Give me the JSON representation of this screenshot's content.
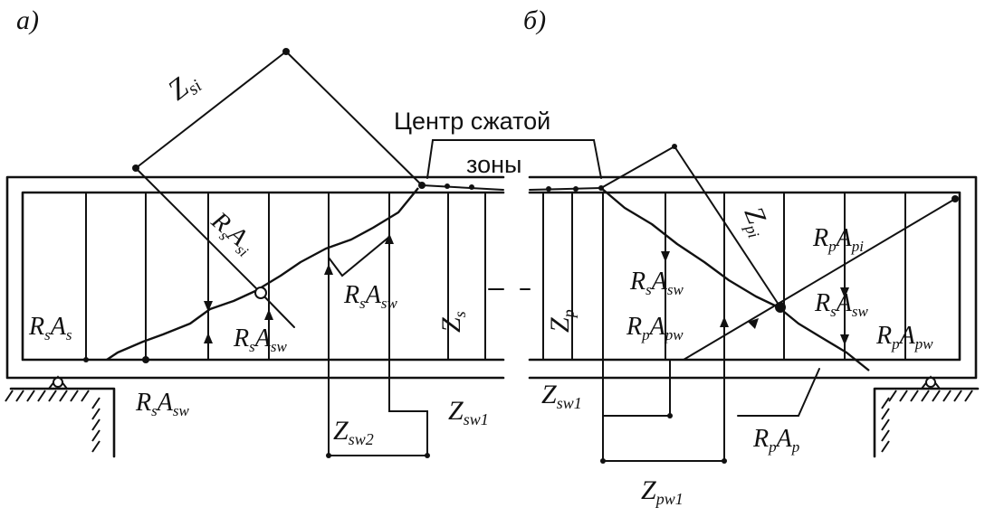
{
  "panels": {
    "a": {
      "label": "а)"
    },
    "b": {
      "label": "б)"
    }
  },
  "center_label": {
    "line1": "Центр сжатой",
    "line2": "зоны"
  },
  "labels_a": {
    "z_si": "Z",
    "z_si_sub": "si",
    "rs_asi": "R",
    "rs_asi_s": "s",
    "rs_asi_a": "A",
    "rs_asi_sub": "si",
    "rs_as_r": "R",
    "rs_as_s": "s",
    "rs_as_a": "A",
    "rs_as_sub": "s",
    "rs_asw_mid_r": "R",
    "rs_asw_mid_s": "s",
    "rs_asw_mid_a": "A",
    "rs_asw_mid_sub": "sw",
    "rs_asw_low_r": "R",
    "rs_asw_low_s": "s",
    "rs_asw_low_a": "A",
    "rs_asw_low_sub": "sw",
    "rs_asw_bot_r": "R",
    "rs_asw_bot_s": "s",
    "rs_asw_bot_a": "A",
    "rs_asw_bot_sub": "sw",
    "z_s": "Z",
    "z_s_sub": "s",
    "z_sw2": "Z",
    "z_sw2_sub": "sw2",
    "z_sw1": "Z",
    "z_sw1_sub": "sw1"
  },
  "labels_b": {
    "z_p": "Z",
    "z_p_sub": "p",
    "z_pi": "Z",
    "z_pi_sub": "pi",
    "rp_api_r": "R",
    "rp_api_p": "p",
    "rp_api_a": "A",
    "rp_api_sub": "pi",
    "rs_asw1_r": "R",
    "rs_asw1_s": "s",
    "rs_asw1_a": "A",
    "rs_asw1_sub": "sw",
    "rs_asw2_r": "R",
    "rs_asw2_s": "s",
    "rs_asw2_a": "A",
    "rs_asw2_sub": "sw",
    "rp_apw1_r": "R",
    "rp_apw1_p": "p",
    "rp_apw1_a": "A",
    "rp_apw1_sub": "pw",
    "rp_apw2_r": "R",
    "rp_apw2_p": "p",
    "rp_apw2_a": "A",
    "rp_apw2_sub": "pw",
    "z_sw1": "Z",
    "z_sw1_sub": "sw1",
    "rp_ap_r": "R",
    "rp_ap_p": "p",
    "rp_ap_a": "A",
    "rp_ap_sub": "p",
    "z_pw1": "Z",
    "z_pw1_sub": "pw1"
  }
}
